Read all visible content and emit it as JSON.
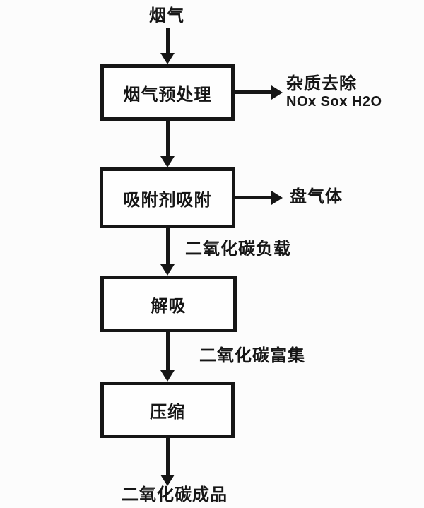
{
  "diagram": {
    "source_label": "烟气",
    "boxes": {
      "pretreatment": "烟气预处理",
      "adsorption": "吸附剂吸附",
      "desorption": "解吸",
      "compression": "压缩"
    },
    "branches": {
      "impurity_removal_line1": "杂质去除",
      "impurity_removal_line2": "NOx Sox H2O",
      "tail_gas": "盘气体"
    },
    "stream_labels": {
      "co2_loaded": "二氧化碳负载",
      "co2_enriched": "二氧化碳富集",
      "co2_product": "二氧化碳成品"
    },
    "colors": {
      "ink": "#161616",
      "background": "#fcfcfc",
      "box_fill": "#fefefe"
    }
  }
}
